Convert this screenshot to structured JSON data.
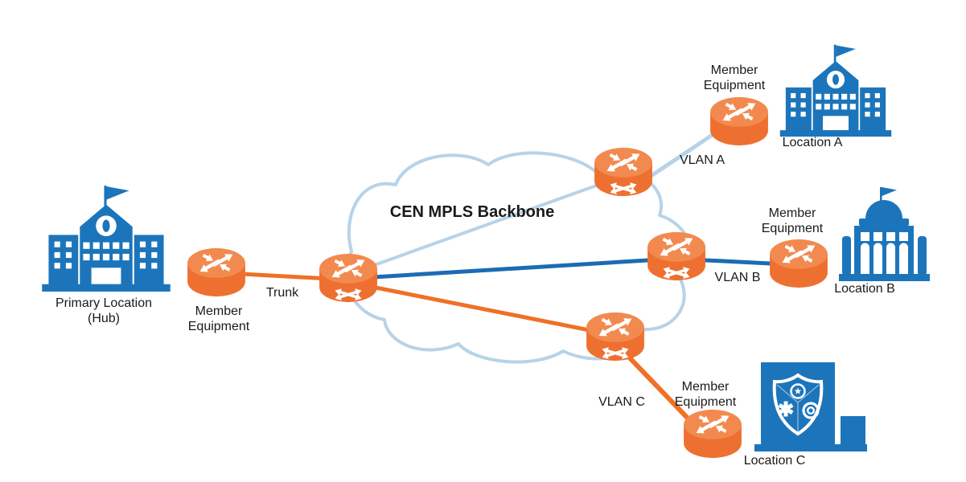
{
  "cloud": {
    "label": "CEN MPLS Backbone"
  },
  "links": {
    "trunk": {
      "label": "Trunk"
    },
    "vlan_a": {
      "label": "VLAN A"
    },
    "vlan_b": {
      "label": "VLAN B"
    },
    "vlan_c": {
      "label": "VLAN C"
    }
  },
  "sites": {
    "primary": {
      "name": "Primary Location\n(Hub)",
      "equipment_label": "Member\nEquipment",
      "building": "school"
    },
    "a": {
      "name": "Location A",
      "equipment_label": "Member\nEquipment",
      "building": "school"
    },
    "b": {
      "name": "Location B",
      "equipment_label": "Member\nEquipment",
      "building": "government"
    },
    "c": {
      "name": "Location C",
      "equipment_label": "Member\nEquipment",
      "building": "public-safety"
    }
  },
  "colors": {
    "device_orange": "#EE7030",
    "device_orange_top": "#F28A50",
    "building_blue": "#1C75BB",
    "link_light_blue": "#B7D3E8",
    "link_dark_blue": "#1C6BB4",
    "link_orange": "#F07026",
    "cloud_outline": "#B7D3E8",
    "text": "#1A1A1A"
  }
}
